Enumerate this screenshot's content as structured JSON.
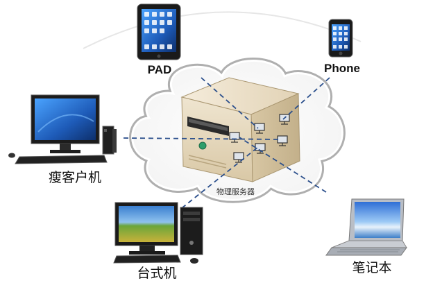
{
  "labels": {
    "pad": "PAD",
    "phone": "Phone",
    "thin_client": "瘦客户机",
    "desktop": "台式机",
    "laptop": "笔记本",
    "server": "物理服务器"
  },
  "colors": {
    "connection_line": "#2b4f8c",
    "cloud_outline": "#6f6f6f",
    "server_body": "#e9dcc3",
    "server_shade": "#cbb994",
    "screen_blue": "#1e5bb8"
  }
}
